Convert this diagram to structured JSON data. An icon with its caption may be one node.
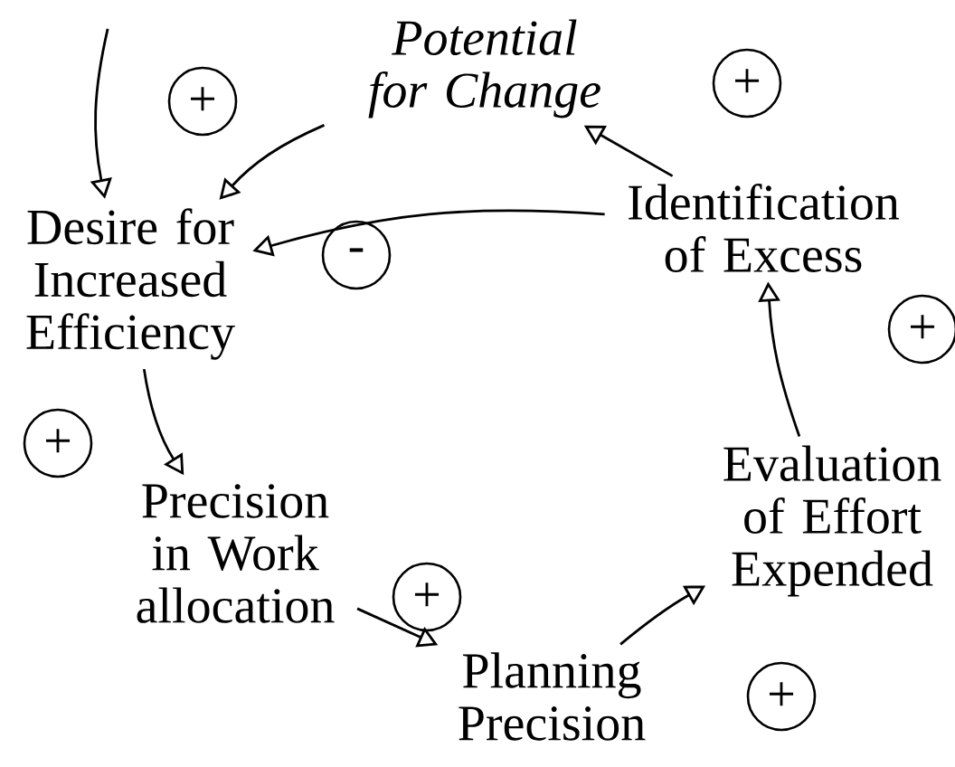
{
  "diagram": {
    "nodes": [
      {
        "text": [
          "*Potential for Change*"
        ]
      },
      {
        "text": [
          "Desire for Increased Efficiency"
        ]
      },
      {
        "text": [
          "Identification of Excess"
        ]
      },
      {
        "text": [
          "Precision in Work allocation"
        ]
      },
      {
        "text": [
          "Planning Precision"
        ]
      },
      {
        "text": [
          "Evaluation of Effort Expended"
        ]
      }
    ],
    "edges": [
      {
        "from": null,
        "to": 1,
        "arrow": "to"
      },
      {
        "from": 0,
        "to": 1,
        "arrow": "to",
        "label": "+"
      },
      {
        "from": 2,
        "to": 1,
        "arrow": "to",
        "label": "-"
      },
      {
        "from": 2,
        "to": 0,
        "arrow": "to",
        "label": "+"
      },
      {
        "from": 5,
        "to": 2,
        "arrow": "to",
        "label": "+"
      },
      {
        "from": 1,
        "to": 3,
        "arrow": "to",
        "label": "+"
      },
      {
        "from": 3,
        "to": 4,
        "arrow": "to",
        "label": "+"
      },
      {
        "from": 4,
        "to": 5,
        "arrow": "to",
        "label": "+"
      }
    ]
  }
}
